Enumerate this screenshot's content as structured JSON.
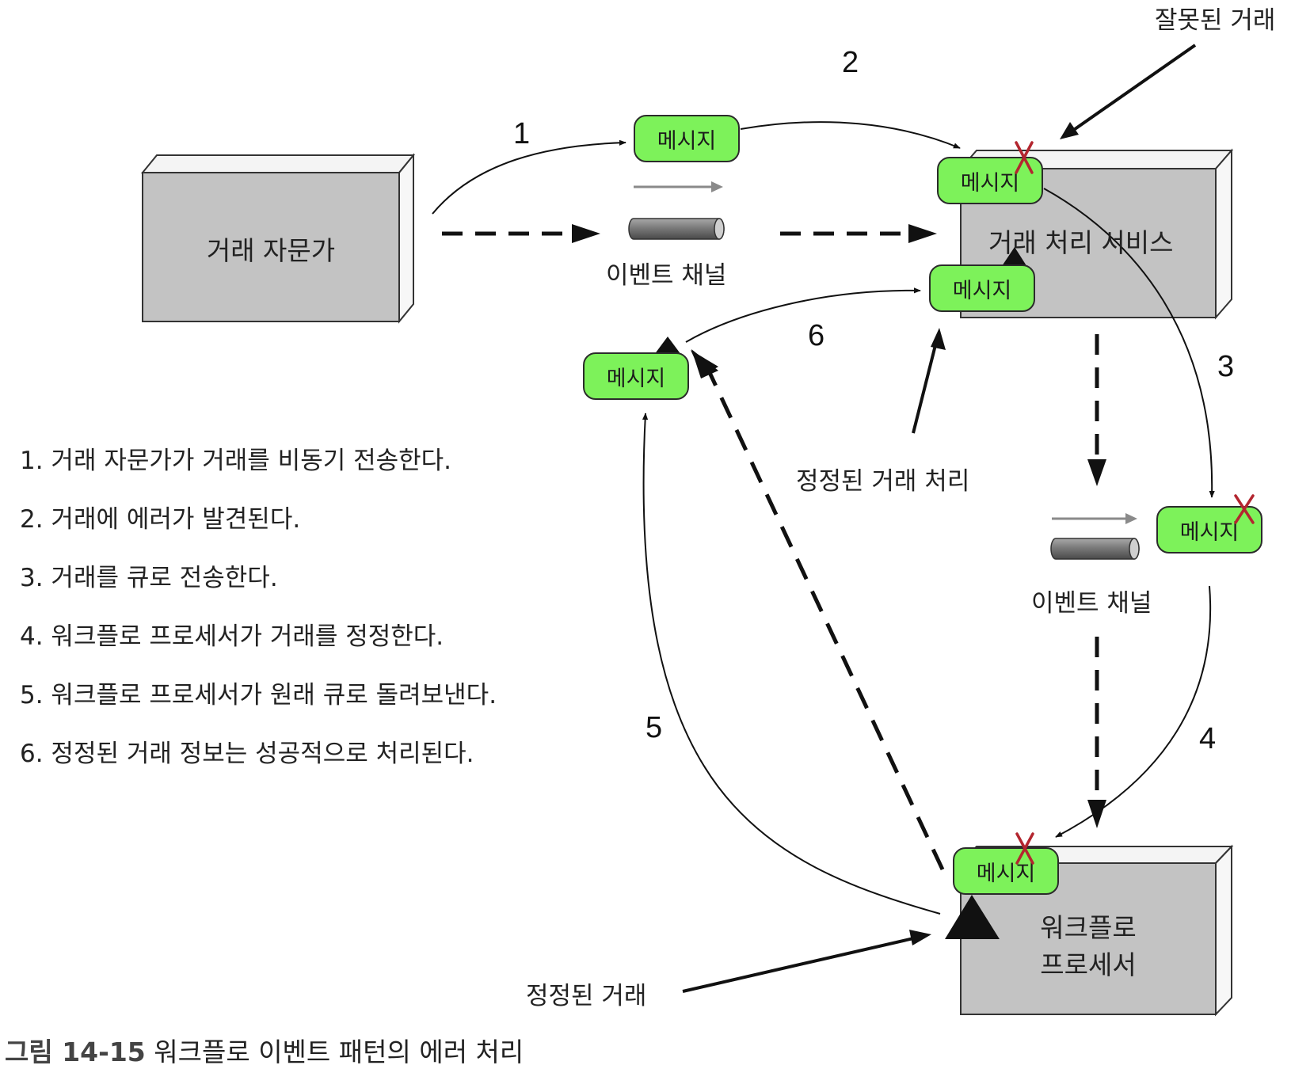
{
  "boxes": {
    "advisor": "거래 자문가",
    "processing_service": "거래 처리 서비스",
    "workflow_line1": "워크플로",
    "workflow_line2": "프로세서"
  },
  "message_label": "메시지",
  "channels": {
    "top": "이벤트 채널",
    "right": "이벤트 채널"
  },
  "step_numbers": [
    "1",
    "2",
    "3",
    "4",
    "5",
    "6"
  ],
  "annotations": {
    "bad_trade": "잘못된 거래",
    "corrected_processing": "정정된 거래 처리",
    "corrected_trade": "정정된 거래"
  },
  "legend": [
    "1. 거래 자문가가 거래를 비동기 전송한다.",
    "2. 거래에 에러가 발견된다.",
    "3. 거래를 큐로 전송한다.",
    "4. 워크플로 프로세서가 거래를 정정한다.",
    "5. 워크플로 프로세서가 원래 큐로 돌려보낸다.",
    "6. 정정된 거래 정보는 성공적으로 처리된다."
  ],
  "caption": {
    "figure": "그림 14-15",
    "title": "워크플로 이벤트 패턴의 에러 처리"
  },
  "colors": {
    "message_fill": "#7df25a",
    "box_fill": "#c3c3c3",
    "error_mark": "#b3262f"
  }
}
